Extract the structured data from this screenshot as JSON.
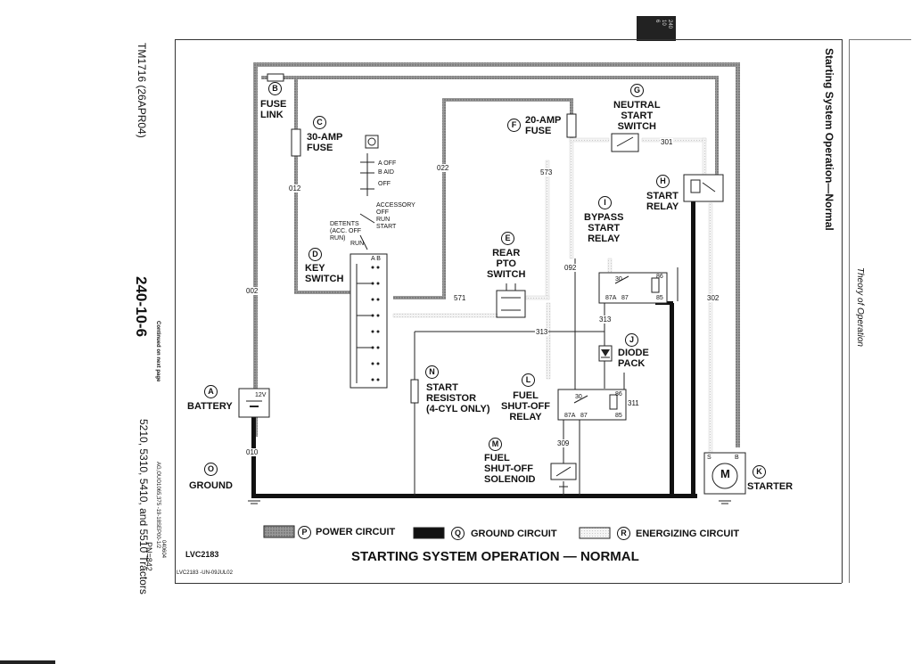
{
  "page": {
    "section_tab": [
      "240",
      "10",
      "6"
    ],
    "doc_code": "TM1716 (26APR04)",
    "page_number": "240-10-6",
    "continued": "Continued on next page",
    "tractors": "5210, 5310, 5410, and 5510 Tractors",
    "pn": "PN=842",
    "ag_code": "AG,OUO1065,375 -19-18SEP00-1/2",
    "right_title": "Starting System Operation—Normal",
    "right_subtitle": "Theory of Operation",
    "lvc_left": "LVC2183",
    "lvc_bottom": "LVC2183 -UN-09JUL02",
    "date_small": "040604"
  },
  "diagram": {
    "title": "STARTING SYSTEM OPERATION — NORMAL",
    "components": {
      "A": "BATTERY",
      "B": "FUSE\nLINK",
      "C": "30-AMP\nFUSE",
      "D": "KEY\nSWITCH",
      "E": "REAR\nPTO\nSWITCH",
      "F": "20-AMP\nFUSE",
      "G": "NEUTRAL\nSTART\nSWITCH",
      "H": "START\nRELAY",
      "I": "BYPASS\nSTART\nRELAY",
      "J": "DIODE\nPACK",
      "K": "STARTER",
      "L": "FUEL\nSHUT-OFF\nRELAY",
      "M": "FUEL\nSHUT-OFF\nSOLENOID",
      "N": "START\nRESISTOR\n(4-CYL ONLY)",
      "O": "GROUND"
    },
    "wires": [
      "002",
      "010",
      "012",
      "022",
      "092",
      "301",
      "302",
      "309",
      "311",
      "313",
      "571",
      "573"
    ],
    "key_switch": {
      "labels": [
        "A OFF",
        "B AID",
        "OFF",
        "ACCESSORY",
        "OFF",
        "RUN",
        "START",
        "DETENTS",
        "(ACC. OFF",
        "RUN)",
        "RUN",
        "A B"
      ]
    },
    "relay_pins": [
      "30",
      "86",
      "87A",
      "87",
      "85"
    ],
    "battery_label": "12V",
    "starter_terminals": [
      "S",
      "B"
    ],
    "starter_symbol": "M"
  },
  "legend": [
    {
      "key": "P",
      "label": "POWER CIRCUIT",
      "color": "#8a8a8a"
    },
    {
      "key": "Q",
      "label": "GROUND CIRCUIT",
      "color": "#111111"
    },
    {
      "key": "R",
      "label": "ENERGIZING CIRCUIT",
      "color": "#e6e6e6"
    }
  ]
}
